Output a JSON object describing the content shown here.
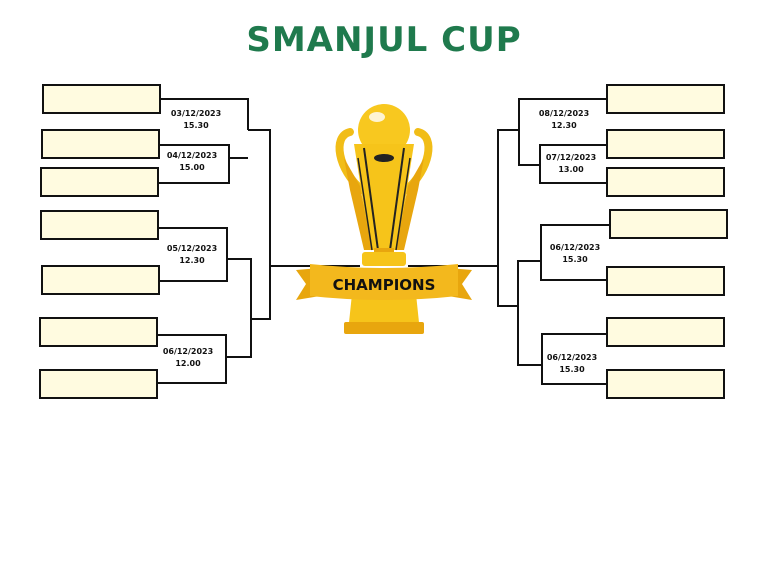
{
  "title": "SMANJUL CUP",
  "trophy": {
    "banner_text": "CHAMPIONS",
    "icon": "trophy-icon"
  },
  "colors": {
    "title": "#1f7a4d",
    "slot_fill": "#fffbe0",
    "trophy_gold": "#f6c41a",
    "banner": "#f3b81d"
  },
  "left_matches": [
    {
      "date": "03/12/2023",
      "time": "15.30"
    },
    {
      "date": "04/12/2023",
      "time": "15.00"
    },
    {
      "date": "05/12/2023",
      "time": "12.30"
    },
    {
      "date": "06/12/2023",
      "time": "12.00"
    }
  ],
  "right_matches": [
    {
      "date": "08/12/2023",
      "time": "12.30"
    },
    {
      "date": "07/12/2023",
      "time": "13.00"
    },
    {
      "date": "06/12/2023",
      "time": "15.30"
    },
    {
      "date": "06/12/2023",
      "time": "15.30"
    }
  ]
}
